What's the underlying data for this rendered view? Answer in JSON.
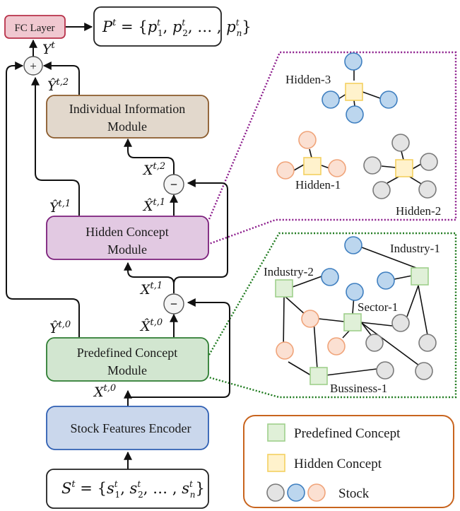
{
  "modules": {
    "fc_layer": "FC Layer",
    "individual_line1": "Individual Information",
    "individual_line2": "Module",
    "hidden_line1": "Hidden Concept",
    "hidden_line2": "Module",
    "predefined_line1": "Predefined Concept",
    "predefined_line2": "Module",
    "encoder": "Stock Features Encoder"
  },
  "formulas": {
    "output": {
      "base": "P",
      "sup": "t",
      "rhs": "= {p",
      "items": [
        "1",
        "2",
        "n"
      ],
      "ellipsis": "…"
    },
    "input": {
      "base": "S",
      "sup": "t",
      "rhs": "= {s",
      "items": [
        "1",
        "2",
        "n"
      ],
      "ellipsis": "…"
    }
  },
  "operators": {
    "plus": "+",
    "minus": "−"
  },
  "signals": {
    "y_t": {
      "base": "Y",
      "sup": "t"
    },
    "y_hat_t2": {
      "base": "Ŷ",
      "sup": "t,2"
    },
    "y_hat_t1": {
      "base": "Ŷ",
      "sup": "t,1"
    },
    "y_hat_t0": {
      "base": "Ŷ",
      "sup": "t,0"
    },
    "x_t2": {
      "base": "X",
      "sup": "t,2"
    },
    "x_hat_t1": {
      "base": "X̂",
      "sup": "t,1"
    },
    "x_t1": {
      "base": "X",
      "sup": "t,1"
    },
    "x_hat_t0": {
      "base": "X̂",
      "sup": "t,0"
    },
    "x_t0": {
      "base": "X",
      "sup": "t,0"
    }
  },
  "hidden_graph": {
    "labels": [
      "Hidden-3",
      "Hidden-1",
      "Hidden-2"
    ]
  },
  "predefined_graph": {
    "labels": [
      "Industry-1",
      "Industry-2",
      "Sector-1",
      "Bussiness-1"
    ]
  },
  "legend": {
    "items": [
      {
        "label": "Predefined Concept",
        "icon": "green-square"
      },
      {
        "label": "Hidden Concept",
        "icon": "yellow-square"
      },
      {
        "label": "Stock",
        "icon": "stock-circles"
      }
    ]
  },
  "colors": {
    "fc_fill": "#f0c8d0",
    "fc_stroke": "#b8324a",
    "individual_fill": "#e2d8cc",
    "individual_stroke": "#8a5a2b",
    "hidden_fill": "#e2c9e2",
    "hidden_stroke": "#7b1f7b",
    "predefined_fill": "#d2e6d0",
    "predefined_stroke": "#2e7d32",
    "encoder_fill": "#cad7ec",
    "encoder_stroke": "#2f5fb3",
    "legend_stroke": "#c8641e",
    "hidden_zoom_border": "#8b1a8b",
    "predefined_zoom_border": "#1e7a1e",
    "concept_green_fill": "#e0f0d8",
    "concept_green_stroke": "#9fd08c",
    "concept_yellow_fill": "#fff2cc",
    "concept_yellow_stroke": "#f3d060",
    "stock_blue_fill": "#bcd6ee",
    "stock_blue_stroke": "#3f7fc0",
    "stock_orange_fill": "#fbe0d2",
    "stock_orange_stroke": "#f0a47a",
    "stock_gray_fill": "#e4e4e4",
    "stock_gray_stroke": "#7a7a7a"
  }
}
